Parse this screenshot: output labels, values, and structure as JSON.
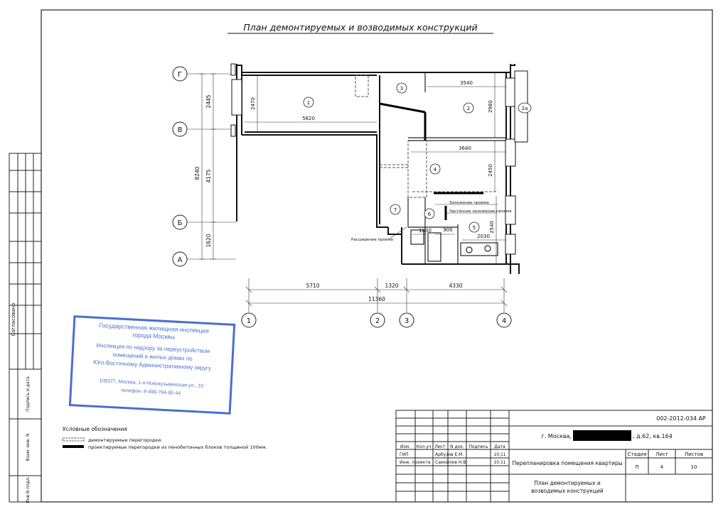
{
  "drawing_title": "План демонтируемых и возводимых конструкций",
  "axes": {
    "rows": [
      "Г",
      "В",
      "Б",
      "А"
    ],
    "cols": [
      "1",
      "2",
      "3",
      "4"
    ]
  },
  "dimensions": {
    "left_segments": [
      "2445",
      "4175",
      "1620"
    ],
    "left_total": "8240",
    "bottom_segments": [
      "5710",
      "1320",
      "4330"
    ],
    "bottom_total": "11360",
    "room1_width": "5820",
    "room1_height": "2470",
    "room2_width": "3540",
    "room2_height": "2980",
    "room4_width": "3640",
    "room4_height": "2450",
    "room5_width": "2030",
    "room5_height": "2540",
    "bath1": "1030",
    "bath2": "900"
  },
  "rooms": [
    "1",
    "2",
    "2а",
    "3",
    "4",
    "5",
    "6",
    "7"
  ],
  "annotations": {
    "zalozhenie": "Заложение проема",
    "chastichnoe": "Частичное заложение проема",
    "rasshirenie": "Расширение проема"
  },
  "side_strip": {
    "soglasovano": "Согласовано",
    "podpis_data": "Подпись и дата",
    "vzam_inv": "Взам. инв. N",
    "inv_podl": "Инв.N подл."
  },
  "stamp": {
    "line1": "Государственная жилищная инспекция",
    "line2": "города Москвы",
    "line3": "Инспекция по надзору за переустройством",
    "line4": "помещений в жилых домах по",
    "line5": "Юго-Восточному Административному округу",
    "line6": "109377, Москва, 1-я Новокузьминская ул., 10",
    "line7": "телефон: 8-499-794-95-44"
  },
  "legend": {
    "title": "Условные обозначения",
    "item1": "демонтируемые перегородки.",
    "item2": "проектируемые перегородки из пенобетонных блоков толщиной 100мм."
  },
  "title_block": {
    "code": "002-2012-034 АР",
    "address_prefix": "г. Москва,",
    "address_suffix": ", д.62, кв.164",
    "headers": [
      "Изм.",
      "Кол.уч",
      "Лист",
      "N док.",
      "Подпись",
      "Дата"
    ],
    "row1": {
      "role": "ГИП",
      "name": "Арбузов Е.М.",
      "date": "10.11"
    },
    "row2": {
      "role": "Инж. проекта",
      "name": "Самойлов Н.В.",
      "date": "10.11"
    },
    "project": "Перепланировка помещения квартиры",
    "stage_label": "Стадия",
    "sheet_label": "Лист",
    "sheets_label": "Листов",
    "stage": "П",
    "sheet": "4",
    "sheets": "10",
    "sheet_title_1": "План демонтируемых и",
    "sheet_title_2": "возводимых конструкций"
  }
}
